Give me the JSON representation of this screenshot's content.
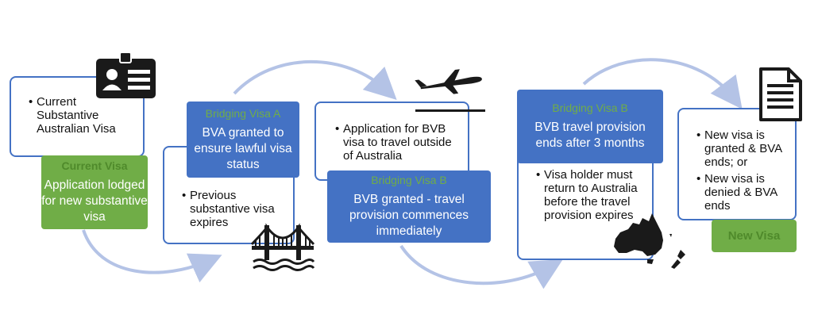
{
  "steps": [
    {
      "note_items": [
        "Current Substantive Australian Visa"
      ],
      "title": "Current Visa",
      "body": "Application lodged for new substantive visa"
    },
    {
      "title": "Bridging Visa A",
      "body": "BVA granted to ensure lawful visa status",
      "note_items": [
        "Previous substantive visa expires"
      ]
    },
    {
      "note_items": [
        "Application for BVB visa to travel outside of Australia"
      ],
      "title": "Bridging Visa B",
      "body": "BVB granted - travel provision commences immediately"
    },
    {
      "title": "Bridging Visa B",
      "body": "BVB travel provision ends after 3 months",
      "note_items": [
        "Visa holder must return to Australia before the travel provision expires"
      ]
    },
    {
      "note_items": [
        "New visa is granted & BVA ends; or",
        "New visa is denied & BVA ends"
      ],
      "title": "New Visa"
    }
  ],
  "icons": [
    "id-card-icon",
    "bridge-icon",
    "airplane-takeoff-icon",
    "australia-map-icon",
    "document-icon"
  ],
  "colors": {
    "green": "#70ad47",
    "blue": "#4472c4",
    "arrow": "#b4c3e6"
  }
}
